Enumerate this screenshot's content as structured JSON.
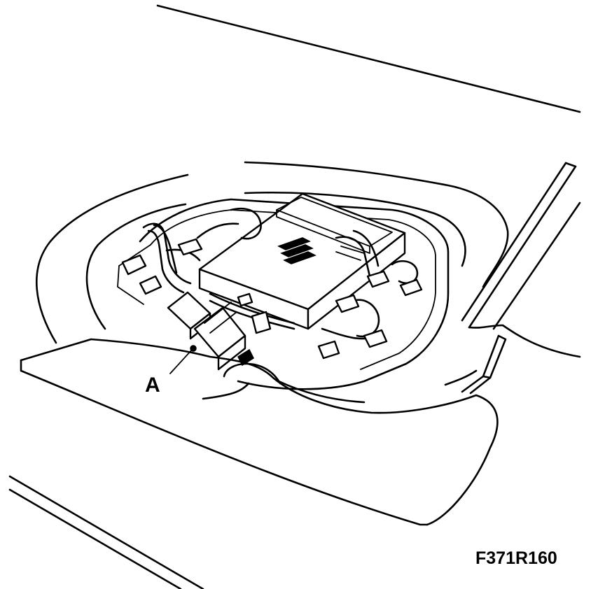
{
  "diagram": {
    "callouts": [
      {
        "label": "A",
        "target": "connector"
      }
    ],
    "figure_id": "F371R160",
    "colors": {
      "ink": "#000000",
      "paper": "#ffffff"
    }
  }
}
